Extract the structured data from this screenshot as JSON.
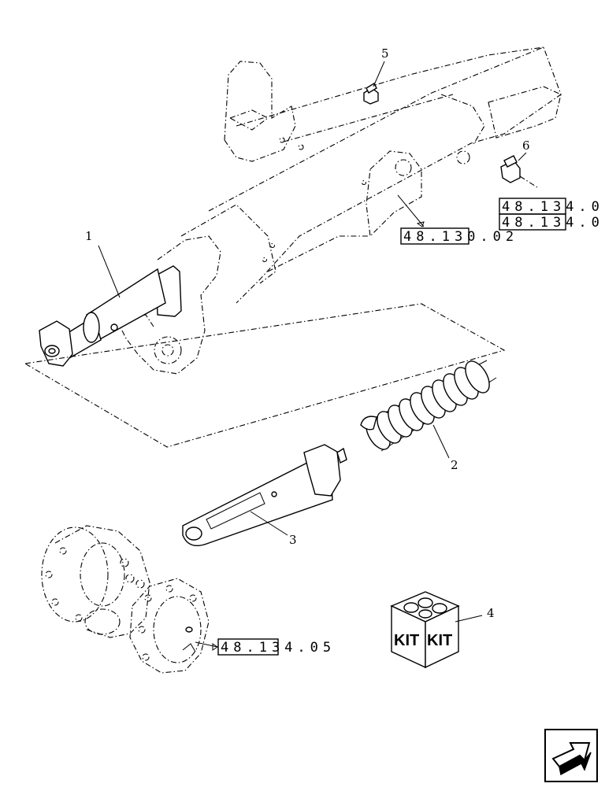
{
  "callouts": {
    "c1": "1",
    "c2": "2",
    "c3": "3",
    "c4": "4",
    "c5": "5",
    "c6": "6"
  },
  "refs": {
    "r1": "48.134.0",
    "r2": "48.134.0",
    "r3": "48.130.02",
    "r4": "48.134.05"
  },
  "kit": {
    "label_left": "KIT",
    "label_right": "KIT"
  },
  "icons": {
    "nav": "next-page-arrow-icon"
  }
}
